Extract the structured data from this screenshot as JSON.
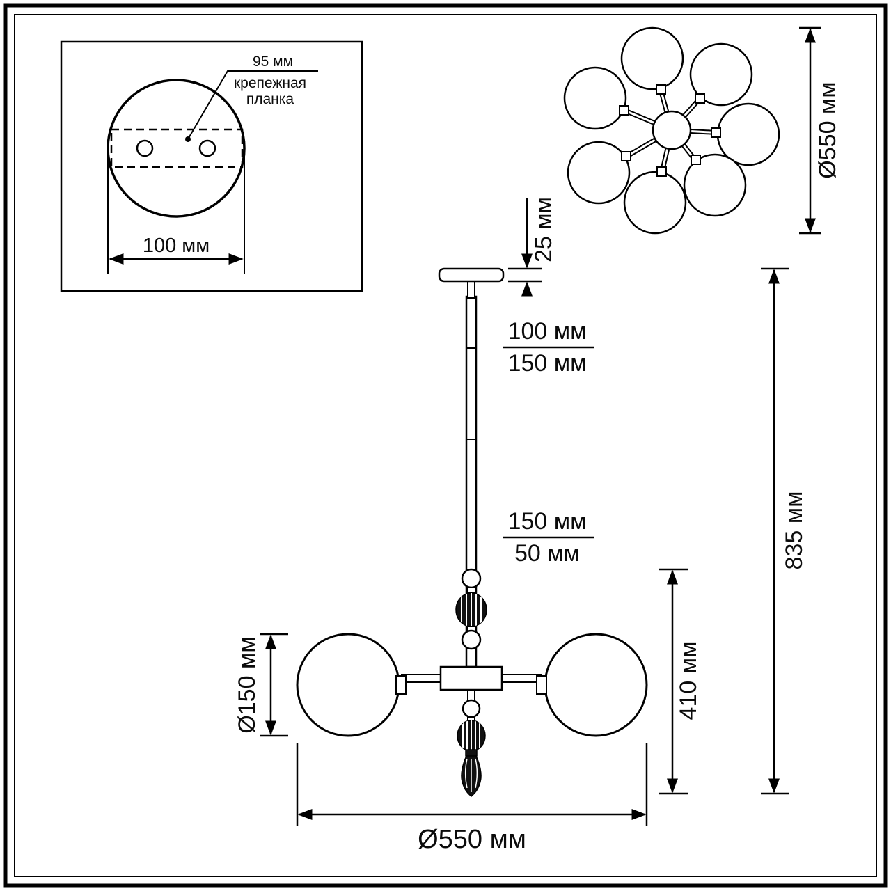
{
  "inset": {
    "hole_spacing": "95 мм",
    "plate_line1": "крепежная",
    "plate_line2": "планка",
    "plate_width": "100 мм"
  },
  "top_view": {
    "diameter": "Ø550 мм"
  },
  "side_view": {
    "canopy_height": "25 мм",
    "upper_rod_num": "100 мм",
    "upper_rod_den": "150 мм",
    "lower_rod_num": "150 мм",
    "lower_rod_den": "50 мм",
    "globe_diameter": "Ø150 мм",
    "body_height": "410 мм",
    "total_height": "835 мм",
    "fixture_diameter": "Ø550 мм"
  },
  "colors": {
    "line": "#000000",
    "background": "#ffffff",
    "dark_fill": "#111111"
  }
}
